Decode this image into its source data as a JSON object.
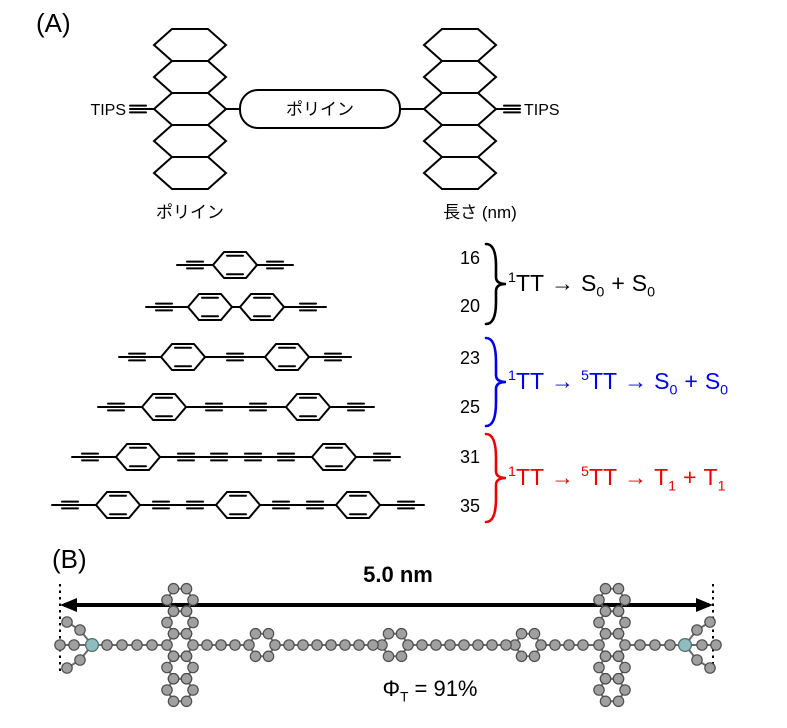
{
  "colors": {
    "pathway_singlet_black": "#000000",
    "pathway_quintet_blue": "#0000ee",
    "pathway_triplet_red": "#ee0000",
    "carbon_gray": "#a0a0a0",
    "silicon_teal": "#8fbcbc"
  },
  "panelA": {
    "label": "(A)",
    "tips_left": "TIPS",
    "tips_right": "TIPS",
    "linker_box": "ポリイン",
    "linker_column_header": "ポリイン",
    "length_column_header": "長さ (nm)",
    "lengths": [
      "16",
      "20",
      "23",
      "25",
      "31",
      "35"
    ],
    "reactions": [
      {
        "color": "#000000",
        "s1": "1",
        "tt1": "TT",
        "arrow1": "→",
        "p1": "S",
        "p1sub": "0",
        "plus": "+",
        "p2": "S",
        "p2sub": "0"
      },
      {
        "color": "#0000ee",
        "s1": "1",
        "tt1": "TT",
        "arrow1": "→",
        "s2": "5",
        "tt2": "TT",
        "arrow2": "→",
        "p1": "S",
        "p1sub": "0",
        "plus": "+",
        "p2": "S",
        "p2sub": "0"
      },
      {
        "color": "#ee0000",
        "s1": "1",
        "tt1": "TT",
        "arrow1": "→",
        "s2": "5",
        "tt2": "TT",
        "arrow2": "→",
        "p1": "T",
        "p1sub": "1",
        "plus": "+",
        "p2": "T",
        "p2sub": "1"
      }
    ]
  },
  "panelB": {
    "label": "(B)",
    "scale_label": "5.0 nm",
    "phi_symbol": "Φ",
    "phi_sub": "T",
    "phi_value": " = 91%"
  }
}
